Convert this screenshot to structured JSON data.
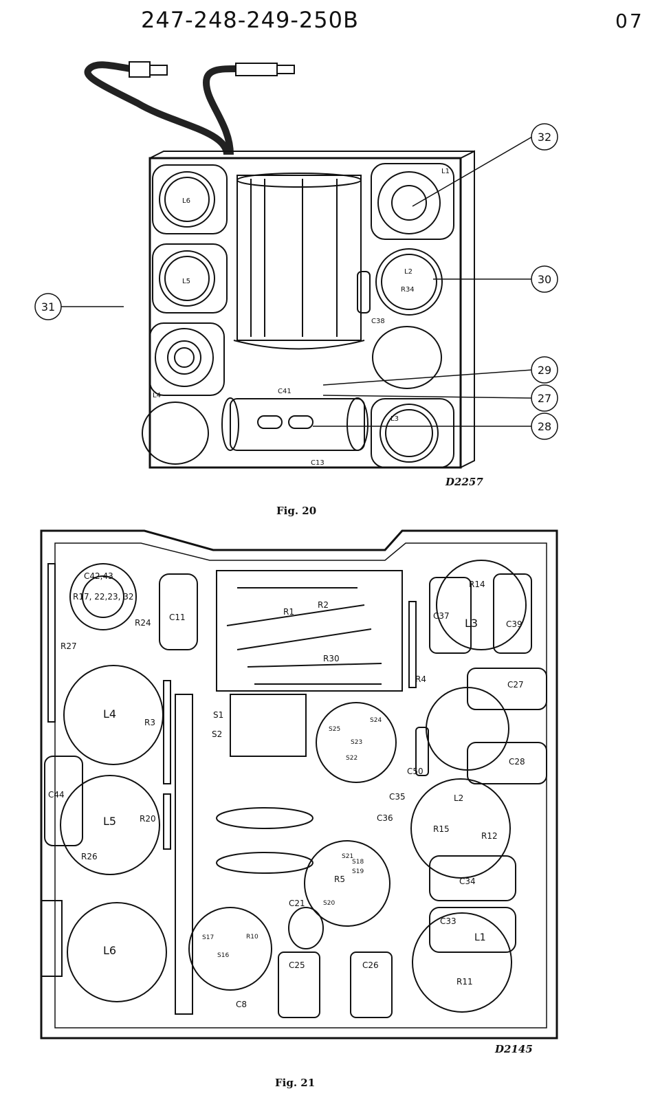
{
  "header": {
    "title": "247-248-249-250B",
    "page": "07"
  },
  "fig20": {
    "caption": "Fig. 20",
    "drawing_no": "D2257",
    "callouts": [
      "32",
      "30",
      "31",
      "29",
      "27",
      "28"
    ],
    "labels": [
      "L1",
      "L2",
      "L3",
      "L4",
      "L5",
      "L6",
      "R34",
      "C38",
      "C41",
      "C13"
    ]
  },
  "fig21": {
    "caption": "Fig. 21",
    "drawing_no": "D2145",
    "labels": [
      "C42,43",
      "R17, 22,23, 32",
      "C11",
      "R24",
      "R27",
      "L4",
      "R3",
      "C44",
      "L5",
      "R20",
      "R26",
      "L6",
      "R2",
      "R1",
      "R30",
      "S1",
      "S2",
      "R4",
      "S25",
      "S24",
      "S23",
      "S22",
      "C35",
      "C36",
      "S21",
      "S18",
      "S19",
      "R5",
      "S20",
      "C21",
      "C25",
      "C26",
      "C8",
      "S17",
      "S16",
      "R10",
      "R14",
      "C37",
      "L3",
      "C39",
      "C27",
      "C28",
      "C50",
      "L2",
      "R15",
      "R12",
      "C34",
      "C33",
      "L1",
      "R11"
    ]
  }
}
